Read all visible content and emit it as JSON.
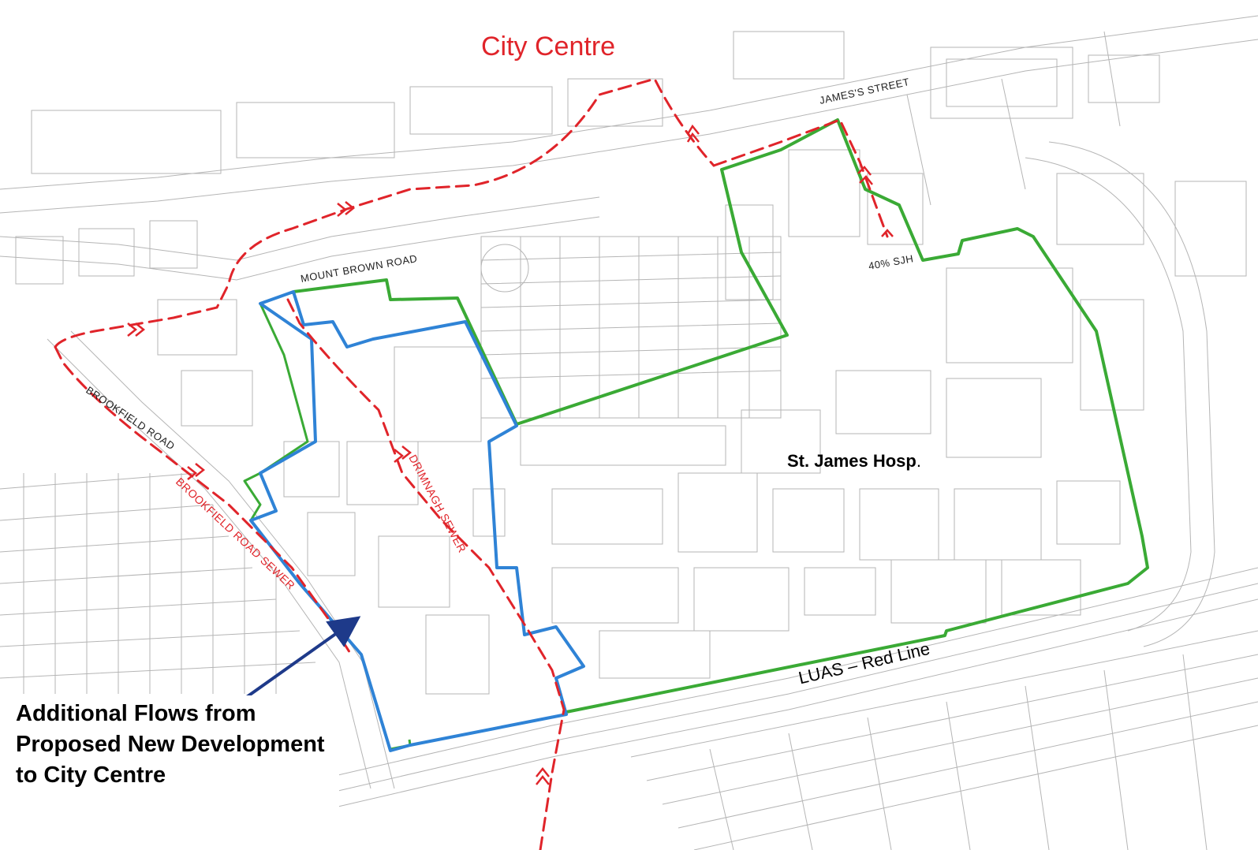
{
  "map": {
    "title": "City Centre",
    "streets": {
      "james_street": "JAMES'S STREET",
      "mount_brown_road": "MOUNT BROWN ROAD",
      "brookfield_road": "BROOKFIELD ROAD"
    },
    "sewers": {
      "brookfield_road_sewer": "BROOKFIELD ROAD SEWER",
      "drimnagh_sewer": "DRIMNAGH SEWER"
    },
    "flow_share_label": "40% SJH",
    "hospital_label": "St. James Hosp",
    "hospital_label_suffix": ".",
    "rail_label": "LUAS – Red Line",
    "callout": "Additional Flows from Proposed New Development to City Centre",
    "colors": {
      "sewer_route": "#e0242a",
      "hospital_boundary": "#3aaa35",
      "development_boundary": "#2f83d6",
      "callout_arrow": "#1e3a8a",
      "basemap_lines": "#b5b5b5"
    },
    "icons": [
      "flow-direction-chevron-icon",
      "callout-arrow-icon"
    ]
  }
}
